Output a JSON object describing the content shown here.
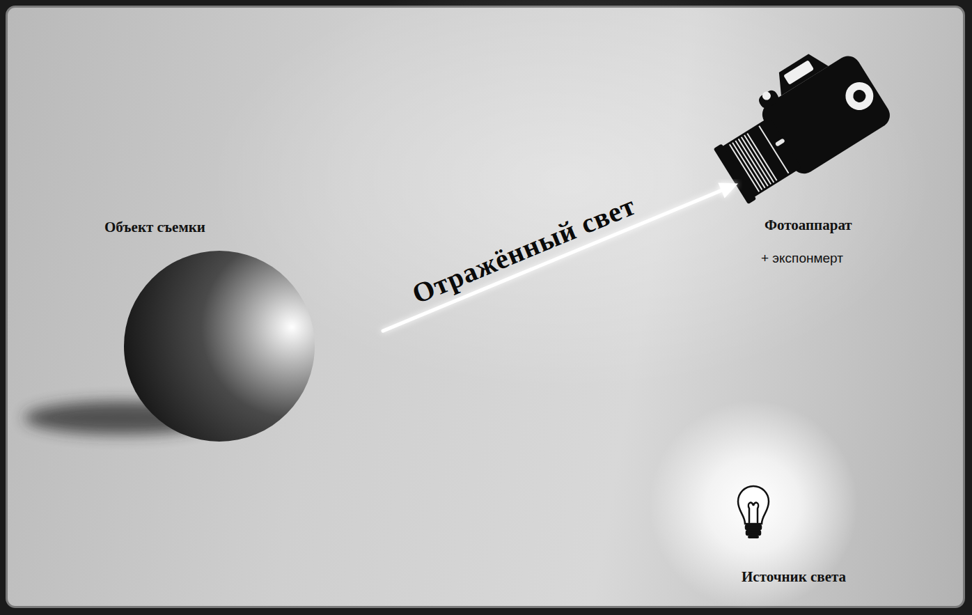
{
  "diagram": {
    "nodes": [
      {
        "text": [
          "Объект съемки"
        ]
      },
      {
        "text": [
          "Фотоаппарат",
          "+ экспонмерт"
        ]
      },
      {
        "text": [
          "Источник света"
        ]
      }
    ],
    "edges": [
      {
        "from": 0,
        "to": 1,
        "label": "Отражённый свет",
        "arrow": "to"
      }
    ]
  }
}
